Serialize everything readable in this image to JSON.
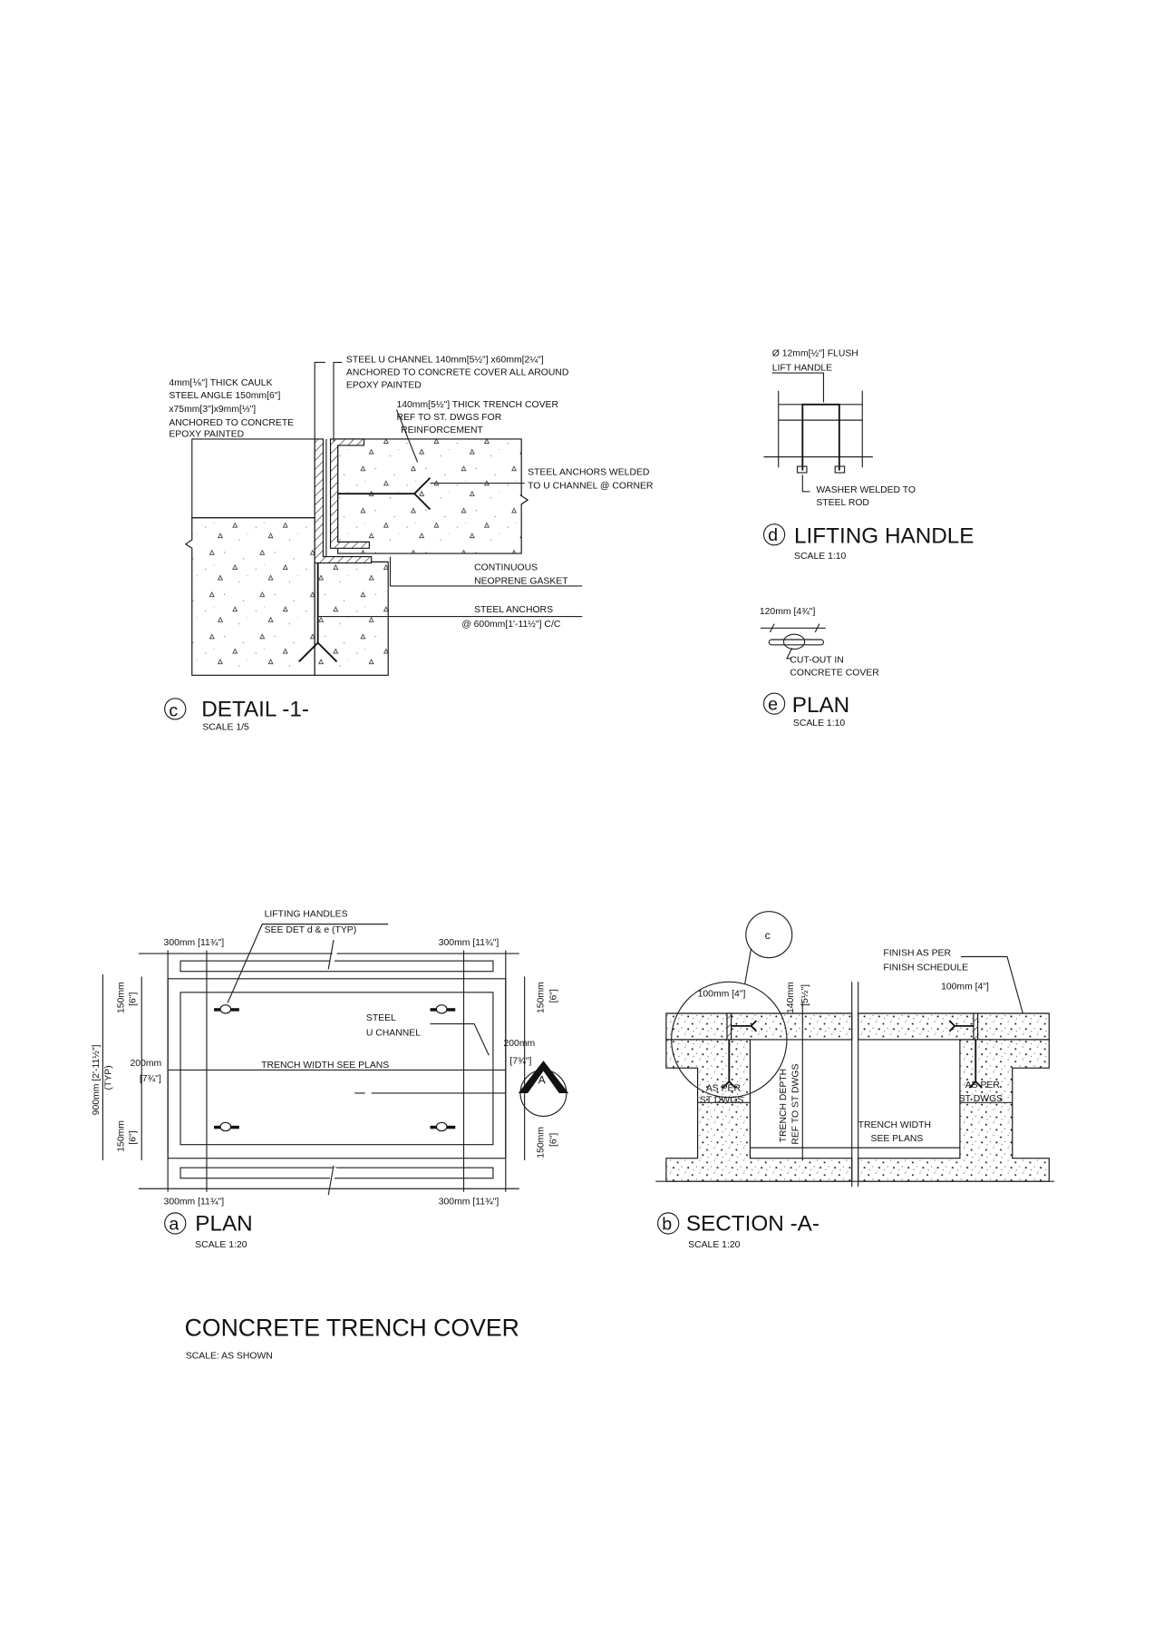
{
  "detail_c": {
    "tag": "c",
    "title": "DETAIL -1-",
    "scale": "SCALE 1/5",
    "notes": {
      "u_channel": [
        "STEEL U CHANNEL 140mm[5½\"] x60mm[2¼\"]",
        "ANCHORED TO CONCRETE COVER ALL AROUND",
        "EPOXY PAINTED"
      ],
      "caulk_angle": [
        "4mm[⅙\"] THICK CAULK",
        "STEEL ANGLE 150mm[6\"]",
        "x75mm[3\"]x9mm[⅓\"]",
        "ANCHORED TO CONCRETE",
        "EPOXY PAINTED"
      ],
      "cover": [
        "140mm[5½\"] THICK TRENCH COVER",
        "REF TO ST. DWGS FOR",
        "REINFORCEMENT"
      ],
      "anchors_welded": [
        "STEEL ANCHORS WELDED",
        "TO U CHANNEL @ CORNER"
      ],
      "gasket": [
        "CONTINUOUS",
        "NEOPRENE GASKET"
      ],
      "anchors": [
        "STEEL ANCHORS",
        "@ 600mm[1'-11½\"] C/C"
      ]
    }
  },
  "detail_d": {
    "tag": "d",
    "title": "LIFTING HANDLE",
    "scale": "SCALE 1:10",
    "notes": {
      "handle": [
        "Ø 12mm[½\"] FLUSH",
        "LIFT HANDLE"
      ],
      "washer": [
        "WASHER WELDED TO",
        "STEEL ROD"
      ]
    }
  },
  "detail_e": {
    "tag": "e",
    "title": "PLAN",
    "scale": "SCALE 1:10",
    "dim": "120mm [4¾\"]",
    "notes": [
      "CUT-OUT IN",
      "CONCRETE COVER"
    ]
  },
  "plan_a": {
    "tag": "a",
    "title": "PLAN",
    "scale": "SCALE 1:20",
    "dims": {
      "d300": "300mm [11¾\"]",
      "d150": "150mm",
      "d6": "[6\"]",
      "d200": "200mm",
      "d7": "[7¾\"]",
      "d900": "900mm [2'-11½\"]",
      "typ": "(TYP)"
    },
    "notes": {
      "handles": [
        "LIFTING HANDLES",
        "SEE DET d & e (TYP)"
      ],
      "channel": [
        "STEEL",
        "U CHANNEL"
      ],
      "trench": "TRENCH WIDTH SEE PLANS"
    },
    "section_marker": "A"
  },
  "section_b": {
    "tag": "b",
    "title": "SECTION -A-",
    "scale": "SCALE 1:20",
    "callout": "c",
    "dims": {
      "d100": "100mm [4\"]",
      "d140": "140mm",
      "d55": "[5½\"]"
    },
    "notes": {
      "finish": [
        "FINISH AS PER",
        "FINISH SCHEDULE"
      ],
      "as_per": [
        "AS PER",
        "ST DWGS"
      ],
      "depth": [
        "TRENCH DEPTH",
        "REF TO ST DWGS"
      ],
      "width": [
        "TRENCH WIDTH",
        "SEE PLANS"
      ]
    }
  },
  "sheet": {
    "title": "CONCRETE TRENCH COVER",
    "scale": "SCALE: AS SHOWN"
  }
}
